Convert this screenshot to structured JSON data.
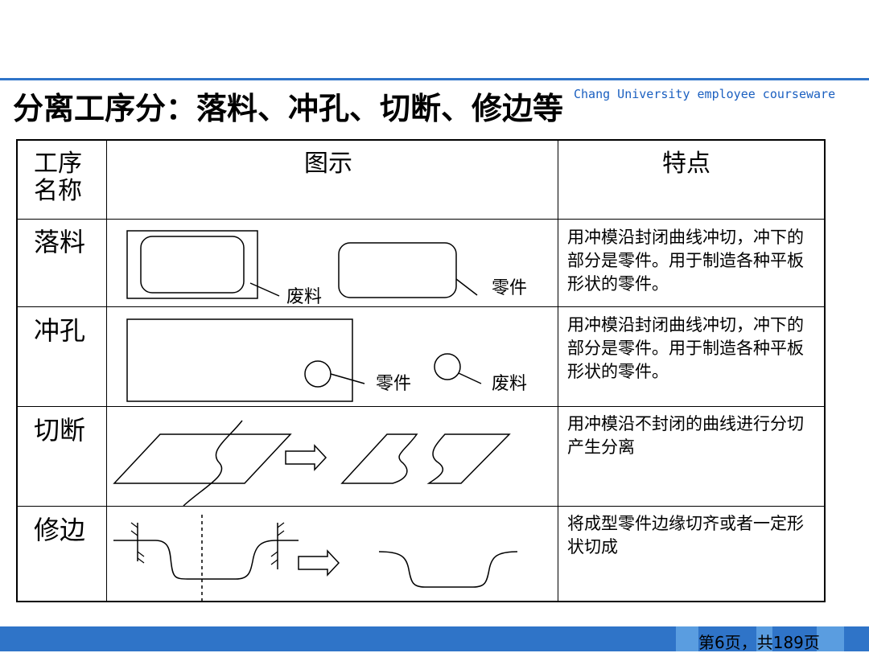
{
  "slide": {
    "title": "分离工序分：落料、冲孔、切断、修边等",
    "watermark": "Chang University employee courseware",
    "page_indicator": "第6页，共189页"
  },
  "table": {
    "headers": [
      "工序\n名称",
      "图示",
      "特点"
    ],
    "rows": [
      {
        "name": "落料",
        "labels": [
          "废料",
          "零件"
        ],
        "feature": "用冲模沿封闭曲线冲切，冲下的部分是零件。用于制造各种平板形状的零件。"
      },
      {
        "name": "冲孔",
        "labels": [
          "零件",
          "废料"
        ],
        "feature": "用冲模沿封闭曲线冲切，冲下的部分是零件。用于制造各种平板形状的零件。"
      },
      {
        "name": "切断",
        "labels": [],
        "feature": "用冲模沿不封闭的曲线进行分切产生分离"
      },
      {
        "name": "修边",
        "labels": [],
        "feature": "将成型零件边缘切齐或者一定形状切成"
      }
    ]
  },
  "colors": {
    "accent": "#2f74c8",
    "watermark": "#1a5fc0"
  }
}
